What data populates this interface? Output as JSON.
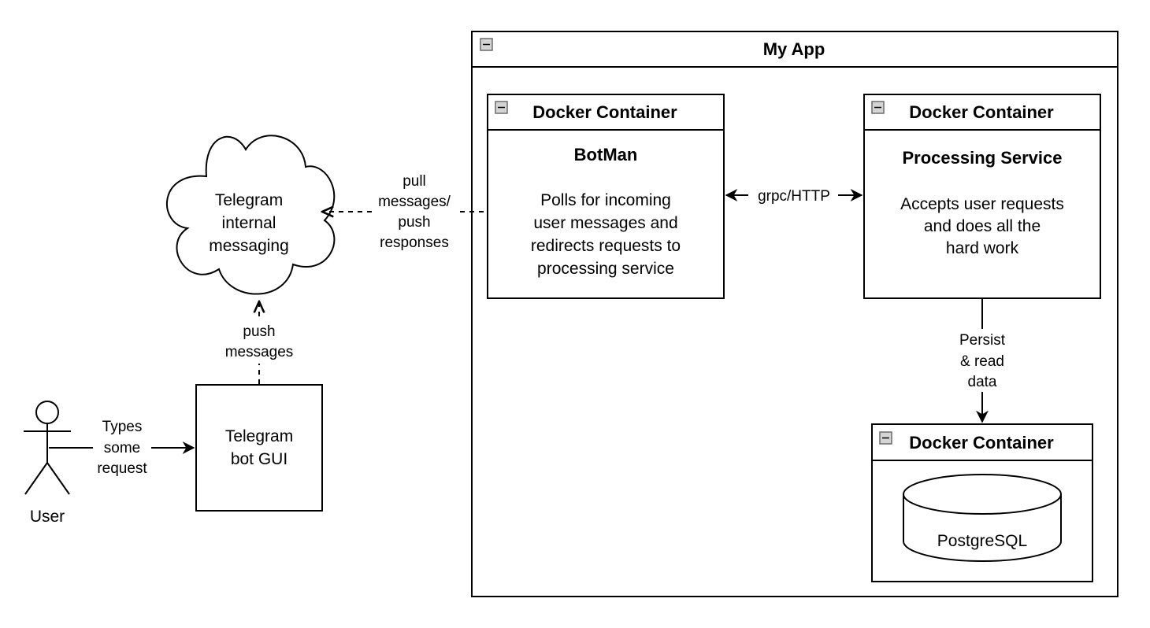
{
  "user": {
    "label": "User"
  },
  "edges": {
    "types_request": [
      "Types",
      "some",
      "request"
    ],
    "push_messages": [
      "push",
      "messages"
    ],
    "pull_push": [
      "pull",
      "messages/",
      "push",
      "responses"
    ],
    "grpc": "grpc/HTTP",
    "persist": [
      "Persist",
      "& read",
      "data"
    ]
  },
  "telegram_gui": {
    "lines": [
      "Telegram",
      "bot GUI"
    ]
  },
  "telegram_cloud": {
    "lines": [
      "Telegram",
      "internal",
      "messaging"
    ]
  },
  "app": {
    "title": "My App"
  },
  "botman_container": {
    "header": "Docker Container",
    "title": "BotMan",
    "desc": [
      "Polls for incoming",
      "user messages and",
      "redirects requests to",
      "processing service"
    ]
  },
  "processing_container": {
    "header": "Docker Container",
    "title": "Processing Service",
    "desc": [
      "Accepts user requests",
      "and does all the",
      "hard work"
    ]
  },
  "db_container": {
    "header": "Docker Container",
    "db_label": "PostgreSQL"
  }
}
